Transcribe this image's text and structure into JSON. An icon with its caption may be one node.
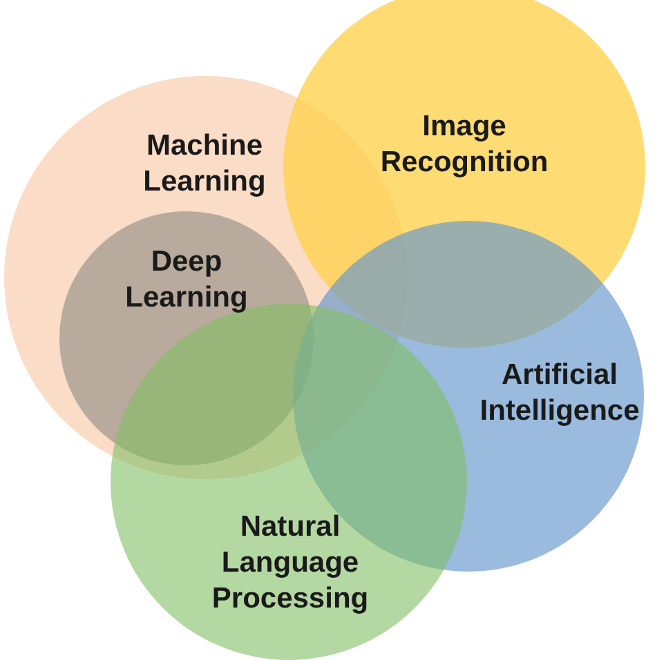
{
  "diagram": {
    "nodes": [
      {
        "text": [
          "Machine Learning"
        ]
      },
      {
        "text": [
          "Image Recognition"
        ]
      },
      {
        "text": [
          "Deep Learning"
        ],
        "in": 0
      },
      {
        "text": [
          "Artificial Intelligence"
        ]
      },
      {
        "text": [
          "Natural Language Processing"
        ]
      }
    ]
  }
}
